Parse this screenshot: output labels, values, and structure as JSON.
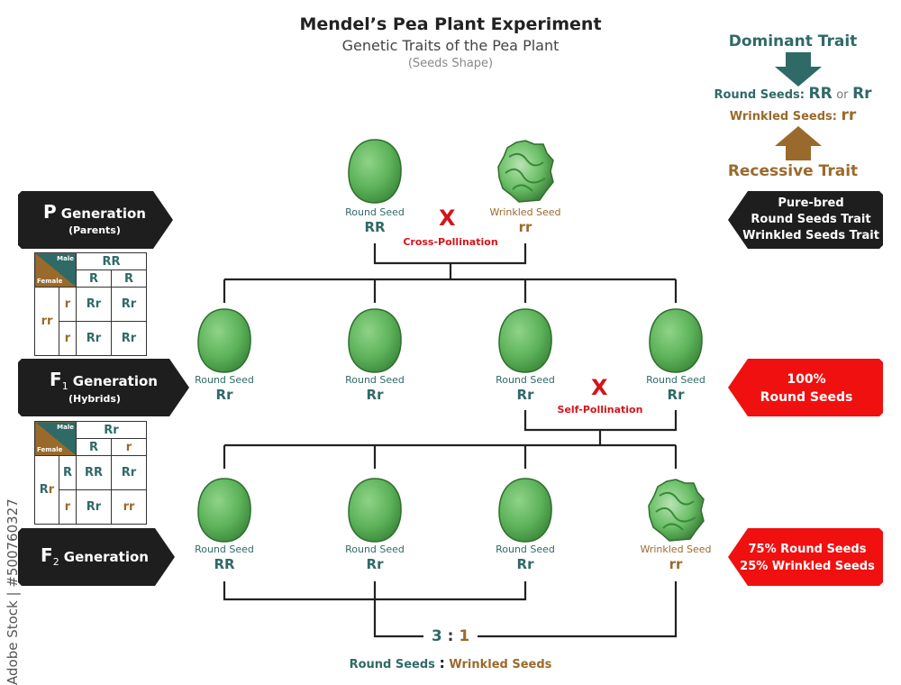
{
  "title": "Mendel’s Pea Plant Experiment",
  "subtitle": "Genetic Traits of the Pea Plant",
  "subsubtitle": "(Seeds Shape)",
  "legend": {
    "dominant": "Dominant Trait",
    "round_text": "Round Seeds: ",
    "round_g1": "RR",
    "or": "or",
    "round_g2": "Rr",
    "wrinkled_text": "Wrinkled Seeds: ",
    "wrinkled_g": "rr",
    "recessive": "Recessive Trait"
  },
  "generations": {
    "p": {
      "letter": "P",
      "sub": "",
      "word": "Generation",
      "note": "(Parents)"
    },
    "f1": {
      "letter": "F",
      "sub": "1",
      "word": "Generation",
      "note": "(Hybrids)"
    },
    "f2": {
      "letter": "F",
      "sub": "2",
      "word": "Generation",
      "note": ""
    }
  },
  "side_notes": {
    "p": [
      "Pure-bred",
      "Round Seeds Trait",
      "Wrinkled Seeds Trait"
    ],
    "f1": [
      "100%",
      "Round Seeds"
    ],
    "f2": [
      "75% Round Seeds",
      "25% Wrinkled Seeds"
    ]
  },
  "p_seeds": [
    {
      "label": "Round Seed",
      "genotype": "RR"
    },
    {
      "label": "Wrinkled Seed",
      "genotype": "rr"
    }
  ],
  "f1_seeds": [
    {
      "label": "Round Seed",
      "genotype": "Rr"
    },
    {
      "label": "Round Seed",
      "genotype": "Rr"
    },
    {
      "label": "Round Seed",
      "genotype": "Rr"
    },
    {
      "label": "Round Seed",
      "genotype": "Rr"
    }
  ],
  "f2_seeds": [
    {
      "label": "Round Seed",
      "genotype": "RR"
    },
    {
      "label": "Round Seed",
      "genotype": "Rr"
    },
    {
      "label": "Round Seed",
      "genotype": "Rr"
    },
    {
      "label": "Wrinkled Seed",
      "genotype": "rr"
    }
  ],
  "cross_mark": "X",
  "cross_pollination": "Cross-Pollination",
  "self_pollination": "Self-Pollination",
  "ratio": {
    "left": "3",
    "sep": ":",
    "right": "1",
    "round": "Round Seeds",
    "wrinkled": "Wrinkled Seeds"
  },
  "punnett1": {
    "male_label": "Male",
    "female_label": "Female",
    "male_geno": "RR",
    "female_geno": "rr",
    "male_alleles": [
      "R",
      "R"
    ],
    "female_alleles": [
      "r",
      "r"
    ],
    "cells": [
      [
        "Rr",
        "Rr"
      ],
      [
        "Rr",
        "Rr"
      ]
    ]
  },
  "punnett2": {
    "male_label": "Male",
    "female_label": "Female",
    "male_geno": "Rr",
    "female_geno": "Rr",
    "male_alleles": [
      "R",
      "r"
    ],
    "female_alleles": [
      "R",
      "r"
    ],
    "cells": [
      [
        "RR",
        "Rr"
      ],
      [
        "Rr",
        "rr"
      ]
    ]
  },
  "watermark": "Adobe Stock | #500760327",
  "colors": {
    "teal": "#2f6a67",
    "brown": "#9a6a2c",
    "red": "#d4141b",
    "seed_green": "#5db35a",
    "banner": "#1e1e1e"
  }
}
